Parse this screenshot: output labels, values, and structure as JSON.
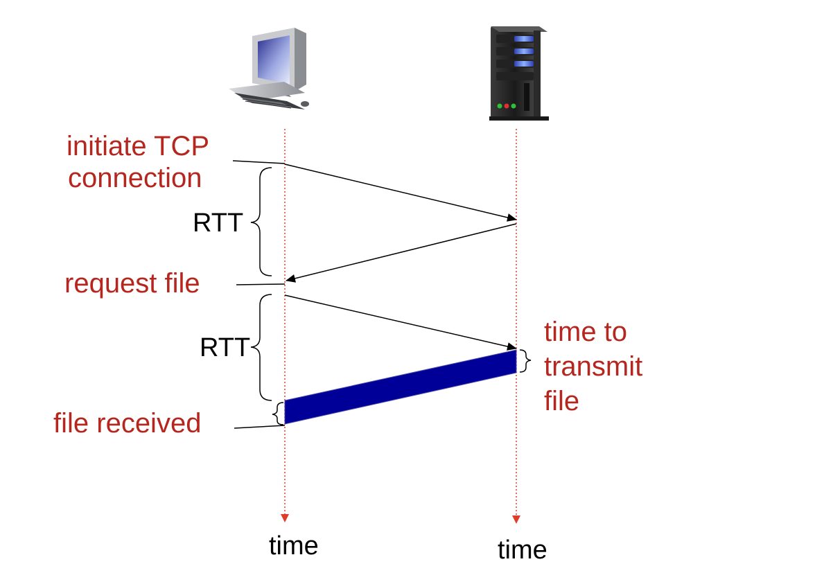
{
  "labels": {
    "initiate_line1": "initiate TCP",
    "initiate_line2": "connection",
    "rtt_first": "RTT",
    "request_file": "request file",
    "rtt_second": "RTT",
    "file_received": "file received",
    "transmit_line1": "time to",
    "transmit_line2": "transmit",
    "transmit_line3": "file",
    "time_client": "time",
    "time_server": "time"
  },
  "icons": {
    "client": "desktop-computer-icon",
    "server": "server-tower-icon"
  },
  "colors": {
    "label_red": "#b5261e",
    "timeline_red": "#e03c2a",
    "transfer_fill": "#000099",
    "arrow": "#000000"
  }
}
